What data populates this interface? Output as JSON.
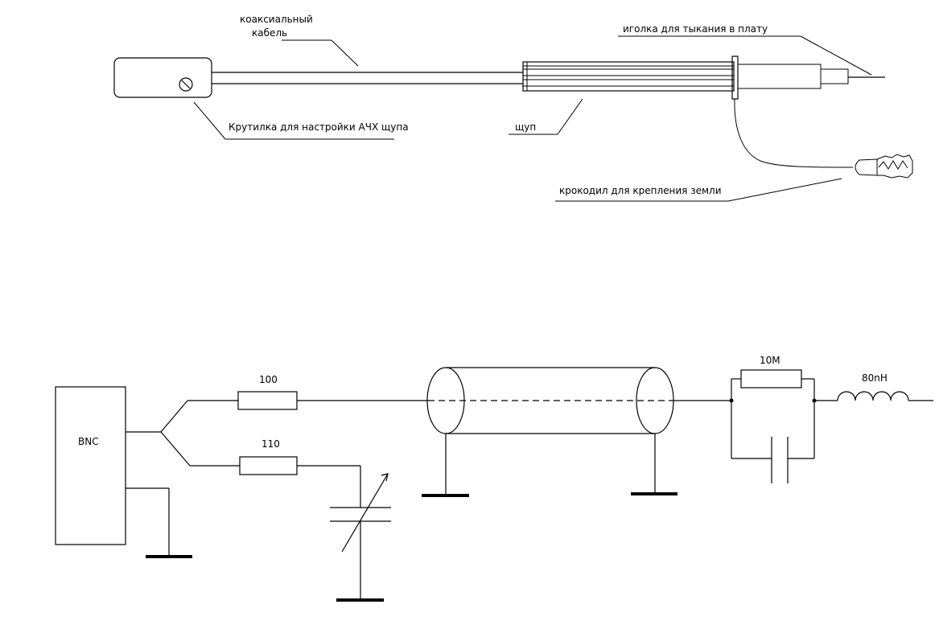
{
  "probe_diagram": {
    "label_coax": [
      "коаксиальный",
      "кабель"
    ],
    "label_needle": "иголка для тыкания в плату",
    "label_knob": "Крутилка для настройки АЧХ щупа",
    "label_probe": "щуп",
    "label_clip": "крокодил для крепления земли"
  },
  "schematic": {
    "bnc_label": "BNC",
    "r1_label": "100",
    "r2_label": "110",
    "r3_label": "10M",
    "l1_label": "80nH"
  },
  "colors": {
    "line": "#000000",
    "background": "#ffffff"
  }
}
